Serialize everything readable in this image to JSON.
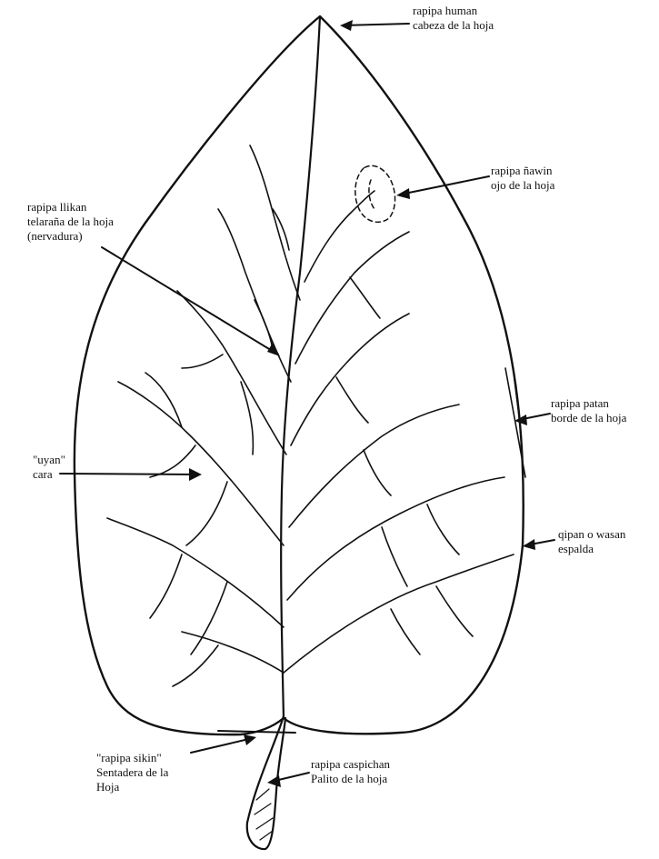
{
  "labels": {
    "head": [
      "rapipa human",
      "cabeza de la hoja"
    ],
    "eye": [
      "rapipa ñawin",
      "ojo de la hoja"
    ],
    "veins": [
      "rapipa llikan",
      "telaraña de la hoja",
      "(nervadura)"
    ],
    "edge": [
      "rapipa patan",
      "borde de la hoja"
    ],
    "face": [
      "\"uyan\"",
      "cara"
    ],
    "back": [
      "qipan o wasan",
      "espalda"
    ],
    "seat": [
      "\"rapipa sikin\"",
      "Sentadera de la",
      "Hoja"
    ],
    "stalk": [
      "rapipa caspichan",
      "Palito de la hoja"
    ]
  },
  "colors": {
    "ink": "#111111",
    "paper": "#ffffff"
  }
}
